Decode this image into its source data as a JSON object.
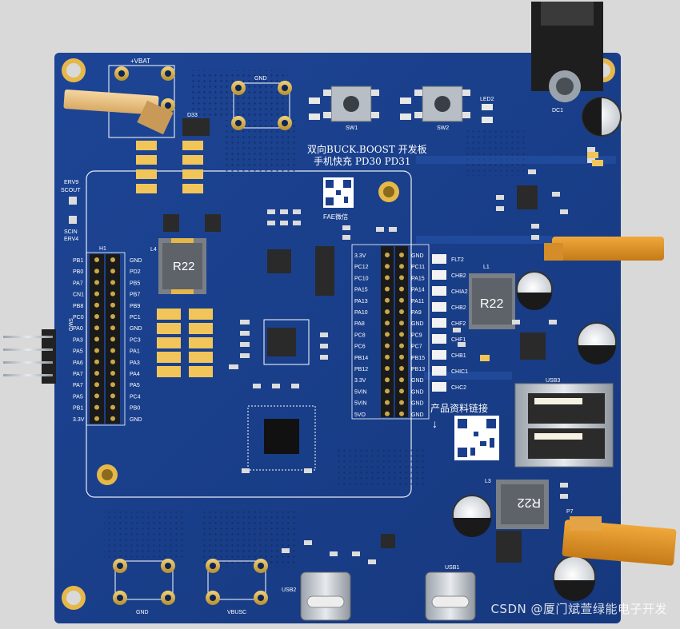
{
  "board": {
    "title_line1": "双向BUCK.BOOST 开发板",
    "title_line2": "手机快充 PD30 PD31",
    "fae_label": "FAE微信",
    "product_link_label": "产品资料链接",
    "colors": {
      "pcb": "#1a3e8c",
      "pcb_dark": "#122e6c",
      "gold": "#d9b44a",
      "silk": "#ffffff",
      "background": "#d9d9d9"
    }
  },
  "silkscreen": {
    "vbat": "+VBAT",
    "gnd_top": "GND",
    "gnd_bottom": "GND",
    "vbusc": "VBUSC",
    "swd": "SWD",
    "h1": "H1",
    "sw1": "SW1",
    "sw2": "SW2",
    "led2": "LED2",
    "dc1": "DC1",
    "d33": "D33",
    "usb1": "USB1",
    "usb2": "USB2",
    "usb3": "USB3",
    "l1": "L1",
    "l3": "L3",
    "l4": "L4",
    "p7": "P7",
    "inductor_mark": "R22",
    "erv9": "ERV9",
    "scout": "SCOUT",
    "scin": "SCIN",
    "erv4": "ERV4"
  },
  "header_left_pins": [
    "PB1",
    "PB0",
    "PA7",
    "CN1",
    "PB8",
    "PC0",
    "PA0",
    "PA3",
    "PA5",
    "PA6",
    "PA7",
    "PA7",
    "PA5",
    "PB1",
    "3.3V"
  ],
  "header_left_pins_r": [
    "GND",
    "PD2",
    "PB5",
    "PB7",
    "PB9",
    "PC1",
    "GND",
    "PC3",
    "PA1",
    "PA3",
    "PA4",
    "PA5",
    "PC4",
    "PB0",
    "GND"
  ],
  "header_right_pins_l": [
    "3.3V",
    "PC12",
    "PC10",
    "PA15",
    "PA13",
    "PA10",
    "PA8",
    "PC8",
    "PC6",
    "PB14",
    "PB12",
    "3.3V",
    "5VIN",
    "5VIN",
    "5VO"
  ],
  "header_right_pins_r": [
    "GND",
    "PC11",
    "PA15",
    "PA14",
    "PA11",
    "PA9",
    "GND",
    "PC9",
    "PC7",
    "PB15",
    "PB13",
    "GND",
    "GND",
    "GND",
    "GND"
  ],
  "test_points": [
    "FLT2",
    "CHB2",
    "CHIA2",
    "CHB2",
    "CHF2",
    "CHF1",
    "CHB1",
    "CHIC1",
    "CHC2"
  ],
  "watermark": "CSDN @厦门斌萱绿能电子开发"
}
